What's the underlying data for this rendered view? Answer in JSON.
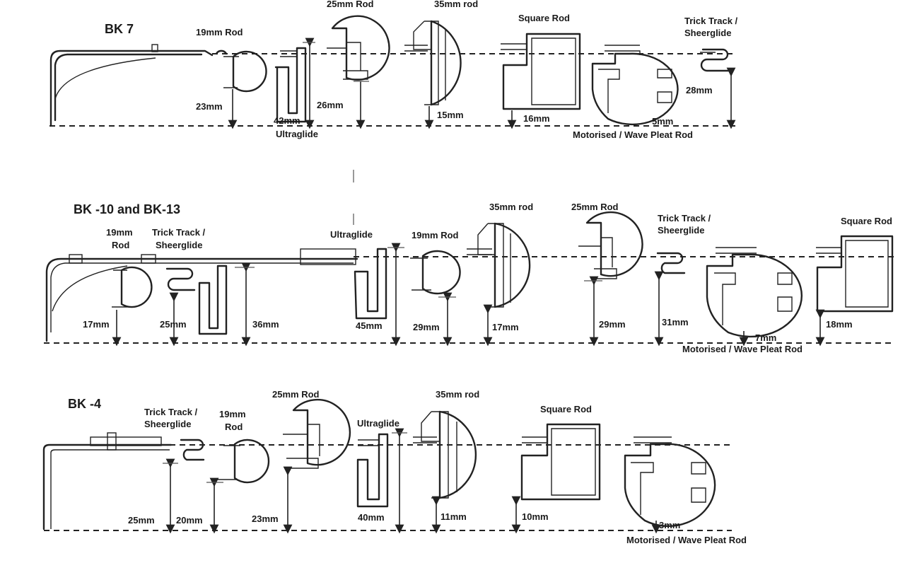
{
  "sections": [
    {
      "title": "BK 7",
      "labels": [
        "19mm Rod",
        "Ultraglide",
        "25mm Rod",
        "35mm rod",
        "Square Rod",
        "Trick Track /",
        "Sheerglide",
        "Motorised / Wave Pleat Rod"
      ],
      "dimensions": [
        "23mm",
        "42mm",
        "26mm",
        "15mm",
        "16mm",
        "5mm",
        "28mm"
      ]
    },
    {
      "title": "BK -10 and BK-13",
      "labels": [
        "19mm",
        "Rod",
        "Trick Track /",
        "Sheerglide",
        "Ultraglide",
        "19mm Rod",
        "35mm rod",
        "25mm Rod",
        "Trick Track /",
        "Sheerglide",
        "Square Rod",
        "Motorised / Wave Pleat Rod"
      ],
      "dimensions": [
        "17mm",
        "25mm",
        "36mm",
        "45mm",
        "29mm",
        "17mm",
        "29mm",
        "31mm",
        "7mm",
        "18mm"
      ]
    },
    {
      "title": "BK -4",
      "labels": [
        "Trick Track /",
        "Sheerglide",
        "19mm",
        "Rod",
        "25mm Rod",
        "Ultraglide",
        "35mm rod",
        "Square Rod",
        "Motorised / Wave Pleat Rod"
      ],
      "dimensions": [
        "25mm",
        "20mm",
        "23mm",
        "40mm",
        "11mm",
        "10mm",
        "3mm"
      ]
    }
  ]
}
